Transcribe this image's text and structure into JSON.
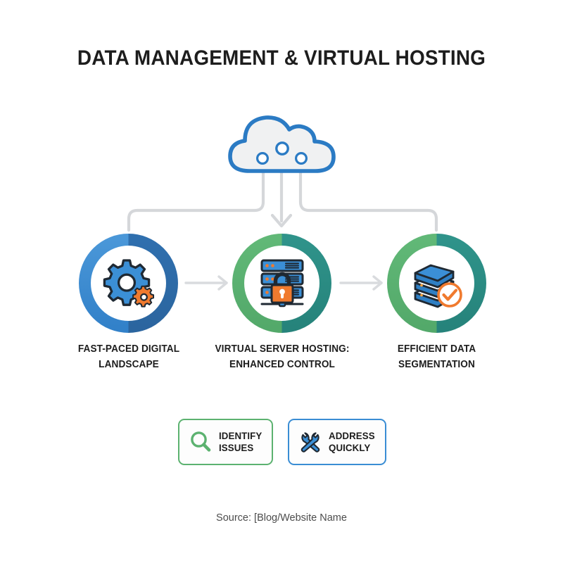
{
  "page": {
    "title": "DATA MANAGEMENT & VIRTUAL HOSTING",
    "source": "Source: [Blog/Website Name",
    "background": "#ffffff"
  },
  "colors": {
    "blue_light": "#3a8dd4",
    "blue_dark": "#2e6aa8",
    "green_light": "#5cb270",
    "teal_dark": "#2a8c82",
    "orange": "#f07a2e",
    "connector_gray": "#d5d7da",
    "text_dark": "#1d1d1d",
    "text_muted": "#4c4c4c",
    "icon_outline": "#222a33"
  },
  "cloud": {
    "icon": "cloud-network-icon",
    "outline_color": "#2b7bc4",
    "fill_color": "#f0f1f2",
    "node_count": 3
  },
  "connectors": {
    "arrow_center": "arrow-down-icon",
    "arrow_step_1_2": "arrow-right-icon",
    "arrow_step_2_3": "arrow-right-icon",
    "color": "#d5d7da"
  },
  "steps": [
    {
      "id": "step-1",
      "icon": "gear-settings-icon",
      "ring_left_color": "#3a8dd4",
      "ring_right_color": "#2e6aa8",
      "caption": "FAST-PACED DIGITAL LANDSCAPE"
    },
    {
      "id": "step-2",
      "icon": "server-lock-icon",
      "ring_left_color": "#5cb270",
      "ring_right_color": "#2a8c82",
      "caption": "VIRTUAL SERVER HOSTING: ENHANCED CONTROL"
    },
    {
      "id": "step-3",
      "icon": "database-check-icon",
      "ring_left_color": "#5cb270",
      "ring_right_color": "#2a8c82",
      "caption": "EFFICIENT DATA SEGMENTATION"
    }
  ],
  "actions": [
    {
      "id": "identify-issues",
      "icon": "magnifier-icon",
      "label": "IDENTIFY\nISSUES",
      "border_color": "#5cb270",
      "icon_color": "#5cb270"
    },
    {
      "id": "address-quickly",
      "icon": "wrench-screwdriver-icon",
      "label": "ADDRESS\nQUICKLY",
      "border_color": "#3a8dd4",
      "icon_color": "#3a8dd4"
    }
  ]
}
